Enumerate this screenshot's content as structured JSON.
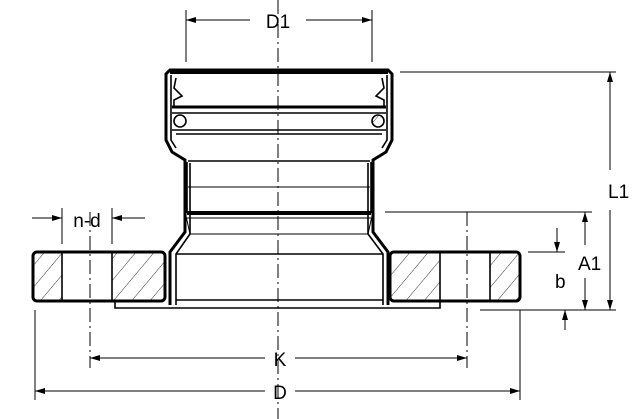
{
  "drawing": {
    "labels": {
      "d1": "D1",
      "l1": "L1",
      "a1": "A1",
      "b": "b",
      "nd": "n-d",
      "k": "K",
      "d": "D"
    },
    "colors": {
      "line": "#000000",
      "background": "#ffffff"
    }
  }
}
